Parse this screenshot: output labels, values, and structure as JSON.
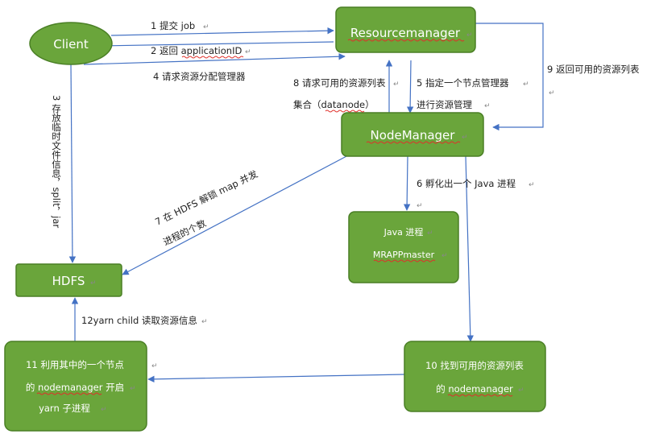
{
  "nodes": {
    "client": "Client",
    "resourcemanager": "Resourcemanager",
    "nodemanager": "NodeManager",
    "hdfs": "HDFS",
    "java_line1": "Java 进程",
    "java_line2": "MRAPPmaster",
    "n11_line1": "11 利用其中的一个节点",
    "n11_line2": "的 nodemanager 开启",
    "n11_line3": "yarn 子进程",
    "n10_line1": "10 找到可用的资源列表",
    "n10_line2": "的 nodemanager"
  },
  "edges": {
    "e1": "1 提交 job",
    "e2": "2 返回 applicationID",
    "e3": "3 存放临时文件信息，split，jar",
    "e4": "4 请求资源分配管理器",
    "e5_line1": "5 指定一个节点管理器",
    "e5_line2": "进行资源管理",
    "e6": "6 孵化出一个 Java 进程",
    "e7_line1": "7 在 HDFS 解锁 map 并发",
    "e7_line2": "进程的个数",
    "e8_line1": "8 请求可用的资源列表",
    "e8_line2": "集合（datanode）",
    "e9": "9 返回可用的资源列表",
    "e12": "12yarn child 读取资源信息"
  },
  "colors": {
    "node_fill": "#6aa53b",
    "node_stroke": "#4a7f25",
    "edge": "#4472c4",
    "label_text": "#222222"
  }
}
